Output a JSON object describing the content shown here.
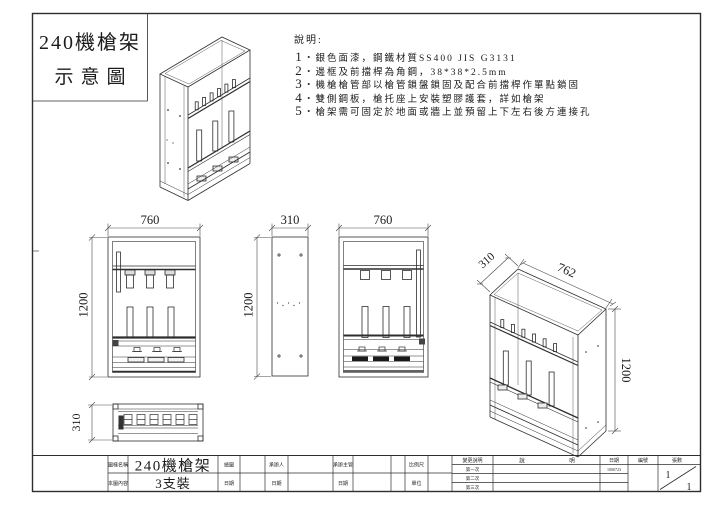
{
  "sheet_title": {
    "line1": "240機槍架",
    "line2": "示意圖"
  },
  "notes": {
    "heading": "說明:",
    "items": [
      {
        "num": "1",
        "text": "‧銀色面漆，鋼鐵材質SS400 JIS G3131"
      },
      {
        "num": "2",
        "text": "‧邊框及前擋桿為角鋼，38*38*2.5mm"
      },
      {
        "num": "3",
        "text": "‧機槍槍管部以槍管鎖盤鎖固及配合前擋桿作單點鎖固"
      },
      {
        "num": "4",
        "text": "‧雙側鋼板，槍托座上安裝塑膠護套，詳如槍架"
      },
      {
        "num": "5",
        "text": "‧槍架需可固定於地面或牆上並預留上下左右後方連接孔"
      }
    ]
  },
  "dims": {
    "front_width": "760",
    "front_height": "1200",
    "side_width": "310",
    "side_height": "1200",
    "rear_width": "760",
    "iso_depth": "310",
    "iso_width": "762",
    "iso_height": "1200",
    "plan_depth": "310"
  },
  "title_block": {
    "name_label": "圖樣名稱",
    "content_label": "本圖內容",
    "title_line1": "240機槍架",
    "title_line2": "3支裝",
    "field1_label": "繪圖",
    "field1_sub": "日期",
    "field2_label": "承辦人",
    "field2_sub": "日期",
    "field3_label": "承辦主管",
    "field3_sub": "日期",
    "scale_label": "比例尺",
    "unit_label": "單位",
    "rev_header": "變更說明",
    "rev_row1": "第一次",
    "rev_row2": "第二次",
    "rev_row3": "第三次",
    "desc_left": "說",
    "desc_right": "明",
    "date_label": "日期",
    "date_value": "1000723",
    "number_label": "編號",
    "sheet_label": "張數",
    "sheet_num": "1",
    "sheet_total": "1"
  }
}
